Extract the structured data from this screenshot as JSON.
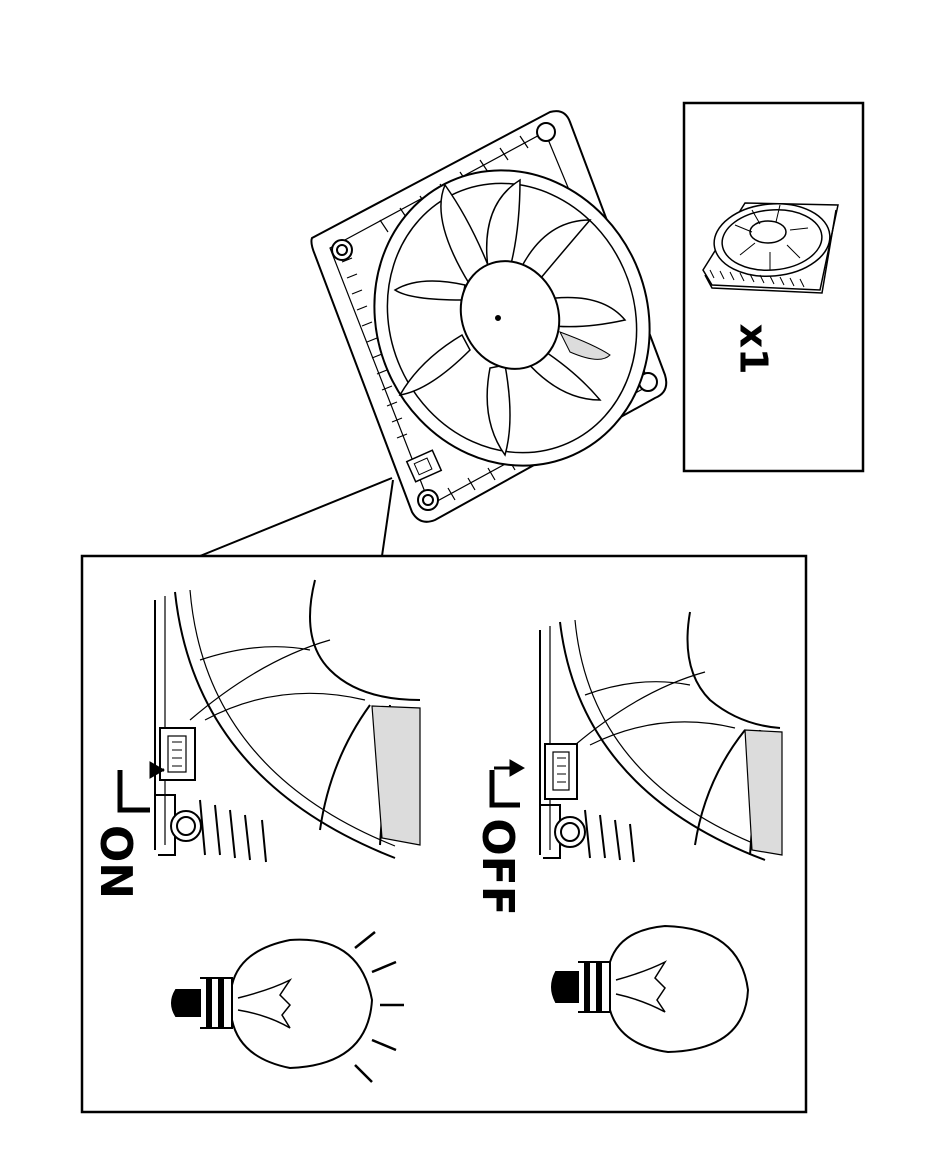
{
  "labels": {
    "quantity": "x1",
    "state_on": "ON",
    "state_off": "OFF"
  },
  "icons": [
    "fan-icon",
    "led-switch-icon",
    "bulb-on-icon",
    "bulb-off-icon",
    "arrow-icon"
  ],
  "colors": {
    "line": "#000000",
    "shade": "#dcdcdc",
    "paper": "#ffffff"
  }
}
